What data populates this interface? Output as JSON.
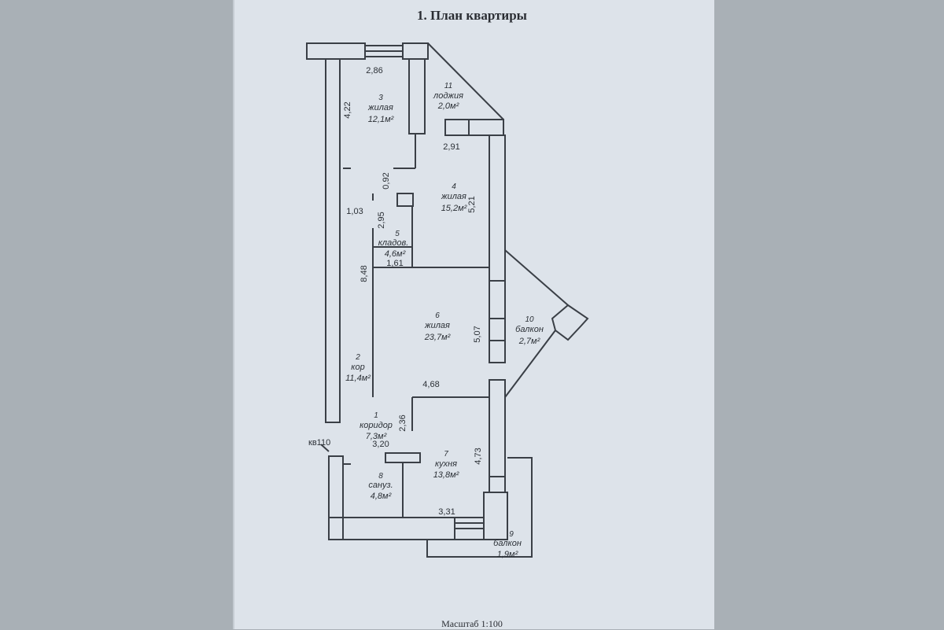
{
  "title": "1. План квартиры",
  "scale": "Масштаб 1:100",
  "apartment_label": "кв110",
  "rooms": [
    {
      "number": "3",
      "name": "жилая",
      "area": "12,1м²"
    },
    {
      "number": "11",
      "name": "лоджия",
      "area": "2,0м²"
    },
    {
      "number": "4",
      "name": "жилая",
      "area": "15,2м²"
    },
    {
      "number": "5",
      "name": "кладов.",
      "area": "4,6м²"
    },
    {
      "number": "6",
      "name": "жилая",
      "area": "23,7м²"
    },
    {
      "number": "10",
      "name": "балкон",
      "area": "2,7м²"
    },
    {
      "number": "2",
      "name": "кор",
      "area": "11,4м²"
    },
    {
      "number": "1",
      "name": "коридор",
      "area": "7,3м²"
    },
    {
      "number": "7",
      "name": "кухня",
      "area": "13,8м²"
    },
    {
      "number": "8",
      "name": "сануз.",
      "area": "4,8м²"
    },
    {
      "number": "9",
      "name": "балкон",
      "area": "1,9м²"
    }
  ],
  "dimensions": [
    "2,86",
    "4,22",
    "2,91",
    "0,92",
    "1,03",
    "2,95",
    "5,21",
    "8,48",
    "1,61",
    "5,07",
    "4,68",
    "2,36",
    "3,20",
    "4,73",
    "3,31"
  ]
}
